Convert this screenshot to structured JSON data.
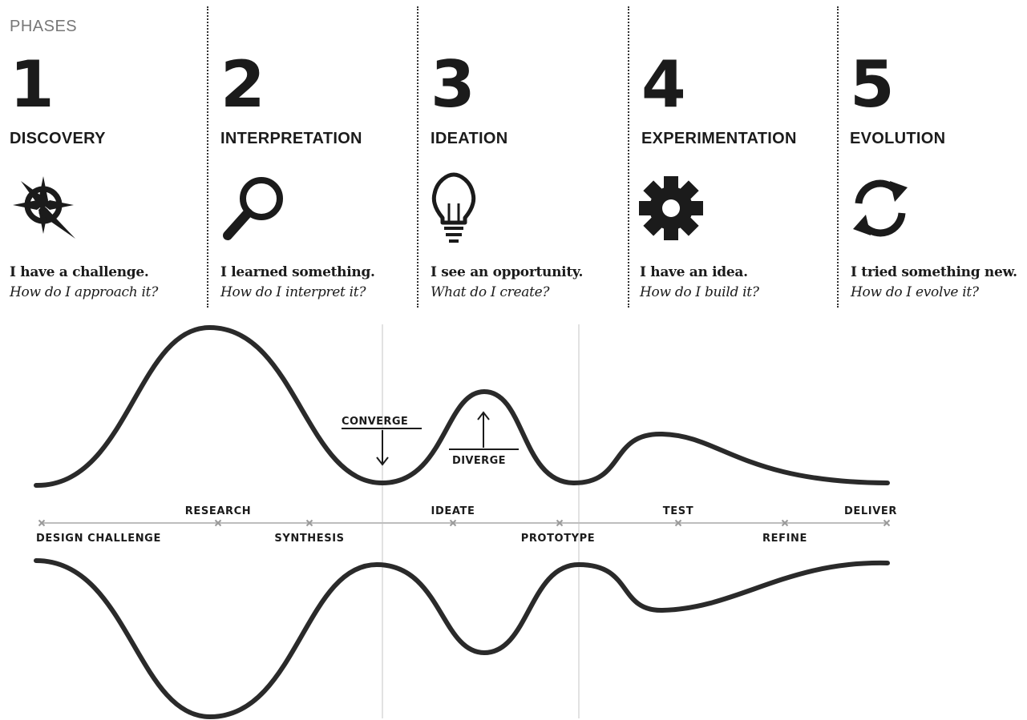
{
  "header": {
    "label": "PHASES"
  },
  "phases": [
    {
      "number": "1",
      "name": "DISCOVERY",
      "icon": "compass-icon",
      "statement": "I have a challenge.",
      "question": "How do I approach it?"
    },
    {
      "number": "2",
      "name": "INTERPRETATION",
      "icon": "magnifier-icon",
      "statement": "I learned something.",
      "question": "How do I interpret it?"
    },
    {
      "number": "3",
      "name": "IDEATION",
      "icon": "lightbulb-icon",
      "statement": "I see an opportunity.",
      "question": "What do I create?"
    },
    {
      "number": "4",
      "name": "EXPERIMENTATION",
      "icon": "gear-icon",
      "statement": "I have an idea.",
      "question": "How do I build it?"
    },
    {
      "number": "5",
      "name": "EVOLUTION",
      "icon": "refresh-icon",
      "statement": "I tried something new.",
      "question": "How do I evolve it?"
    }
  ],
  "process": {
    "steps": [
      "DESIGN CHALLENGE",
      "RESEARCH",
      "SYNTHESIS",
      "IDEATE",
      "PROTOTYPE",
      "TEST",
      "REFINE",
      "DELIVER"
    ],
    "annotations": {
      "converge": "CONVERGE",
      "diverge": "DIVERGE"
    }
  },
  "colors": {
    "ink": "#1b1b1b",
    "timeline": "#bdbdbd",
    "divider": "#333333",
    "marker": "#9a9a9a"
  }
}
